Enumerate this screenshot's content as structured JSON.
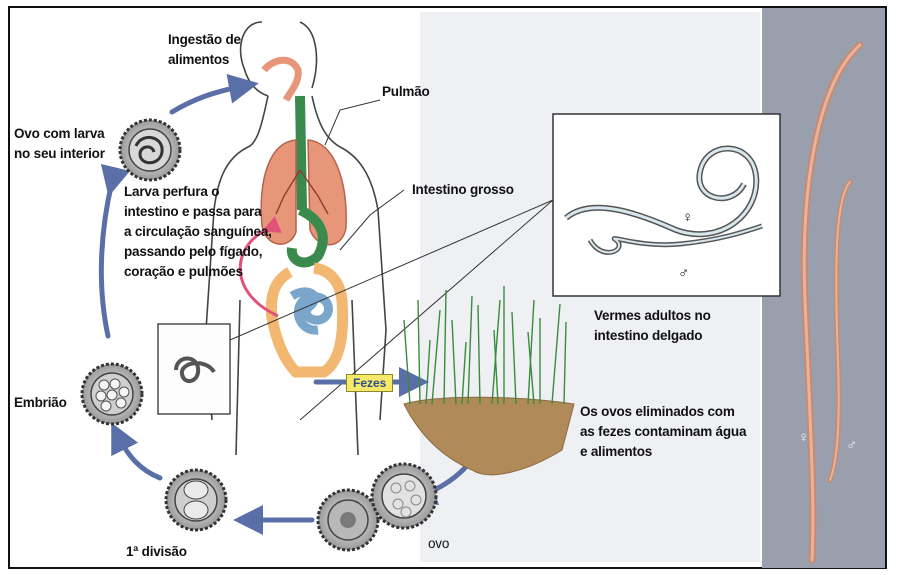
{
  "labels": {
    "ingestion": "Ingestão de alimentos",
    "lung": "Pulmão",
    "large_intestine": "Intestino grosso",
    "egg_with_larva": "Ovo com larva no seu interior",
    "larva_path": "Larva perfura o intestino e passa para a circulação sanguínea, passando pelo fígado, coração e pulmões",
    "adult_worms": "Vermes adultos no intestino delgado",
    "feces": "Fezes",
    "eggs_eliminated": "Os ovos eliminados com as fezes contaminam água e alimentos",
    "embryo": "Embrião",
    "first_division": "1ª divisão",
    "egg": "ovo",
    "female": "♀",
    "male": "♂"
  },
  "colors": {
    "cycle_arrow": "#5a6fa8",
    "lungs": "#e8967a",
    "trachea": "#3b8a4d",
    "intestine": "#f2b770",
    "small_intestine": "#7aa6cc",
    "blood_path_arrow": "#e0527a",
    "feces_tag": "#f6e96a",
    "soil": "#b08a58",
    "grass": "#3c8a3c",
    "photo_bg": "#9aa0b0",
    "worm": "#d89a80"
  }
}
